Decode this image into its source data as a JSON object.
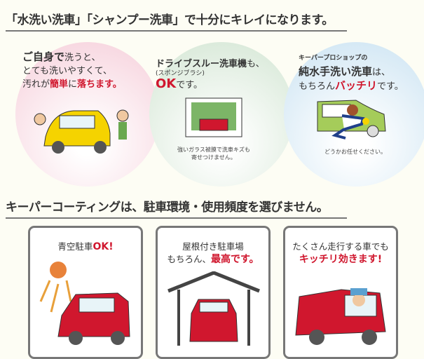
{
  "section1": {
    "heading": "「水洗い洗車」「シャンプー洗車」で十分にキレイになります。",
    "items": [
      {
        "l1a": "ご自身で",
        "l1b": "洗うと、",
        "l2": "とても洗いやすくて、",
        "l3a": "汚れが",
        "l3b": "簡単",
        "l3c": "に",
        "l3d": "落ちます。"
      },
      {
        "l1a": "ドライブスルー洗車機",
        "l1b": "も、",
        "sub": "(スポンジブラシ)",
        "l3a": "OK",
        "l3b": "です。",
        "note1": "強いガラス被膜で洗車キズも",
        "note2": "寄せつけません。"
      },
      {
        "l1": "キーパープロショップの",
        "l2a": "純水手洗い洗車",
        "l2b": "は、",
        "l3a": "もちろん",
        "l3b": "バッチリ",
        "l3c": "です。",
        "note": "どうかお任せください。"
      }
    ]
  },
  "section2": {
    "heading": "キーパーコーティングは、駐車環境・使用頻度を選びません。",
    "cards": [
      {
        "l1a": "青空駐車",
        "l1b": "OK!"
      },
      {
        "l1": "屋根付き駐車場",
        "l2a": "もちろん、",
        "l2b": "最高です。"
      },
      {
        "l1": "たくさん走行する車でも",
        "l2": "キッチリ効きます!"
      }
    ]
  },
  "colors": {
    "accent": "#d0172e",
    "pink": "#f8d9e2",
    "green": "#dcebdc",
    "blue": "#d6e9f5"
  }
}
